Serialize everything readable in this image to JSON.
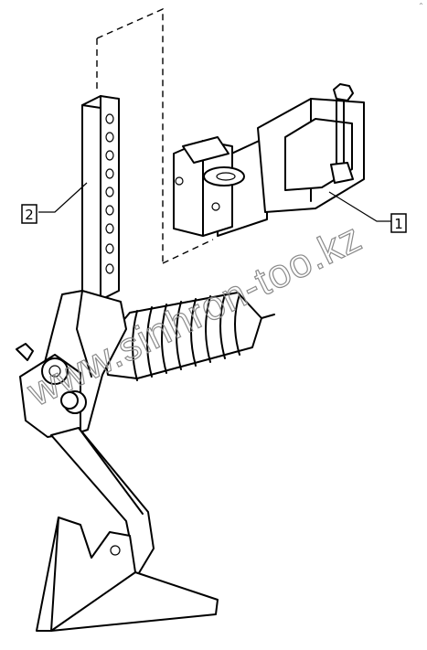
{
  "watermark": "www.sinhron-too.kz",
  "corner_mark": "^",
  "callouts": [
    {
      "label": "1",
      "part": "clamp-bracket"
    },
    {
      "label": "2",
      "part": "adjustment-shank"
    }
  ]
}
